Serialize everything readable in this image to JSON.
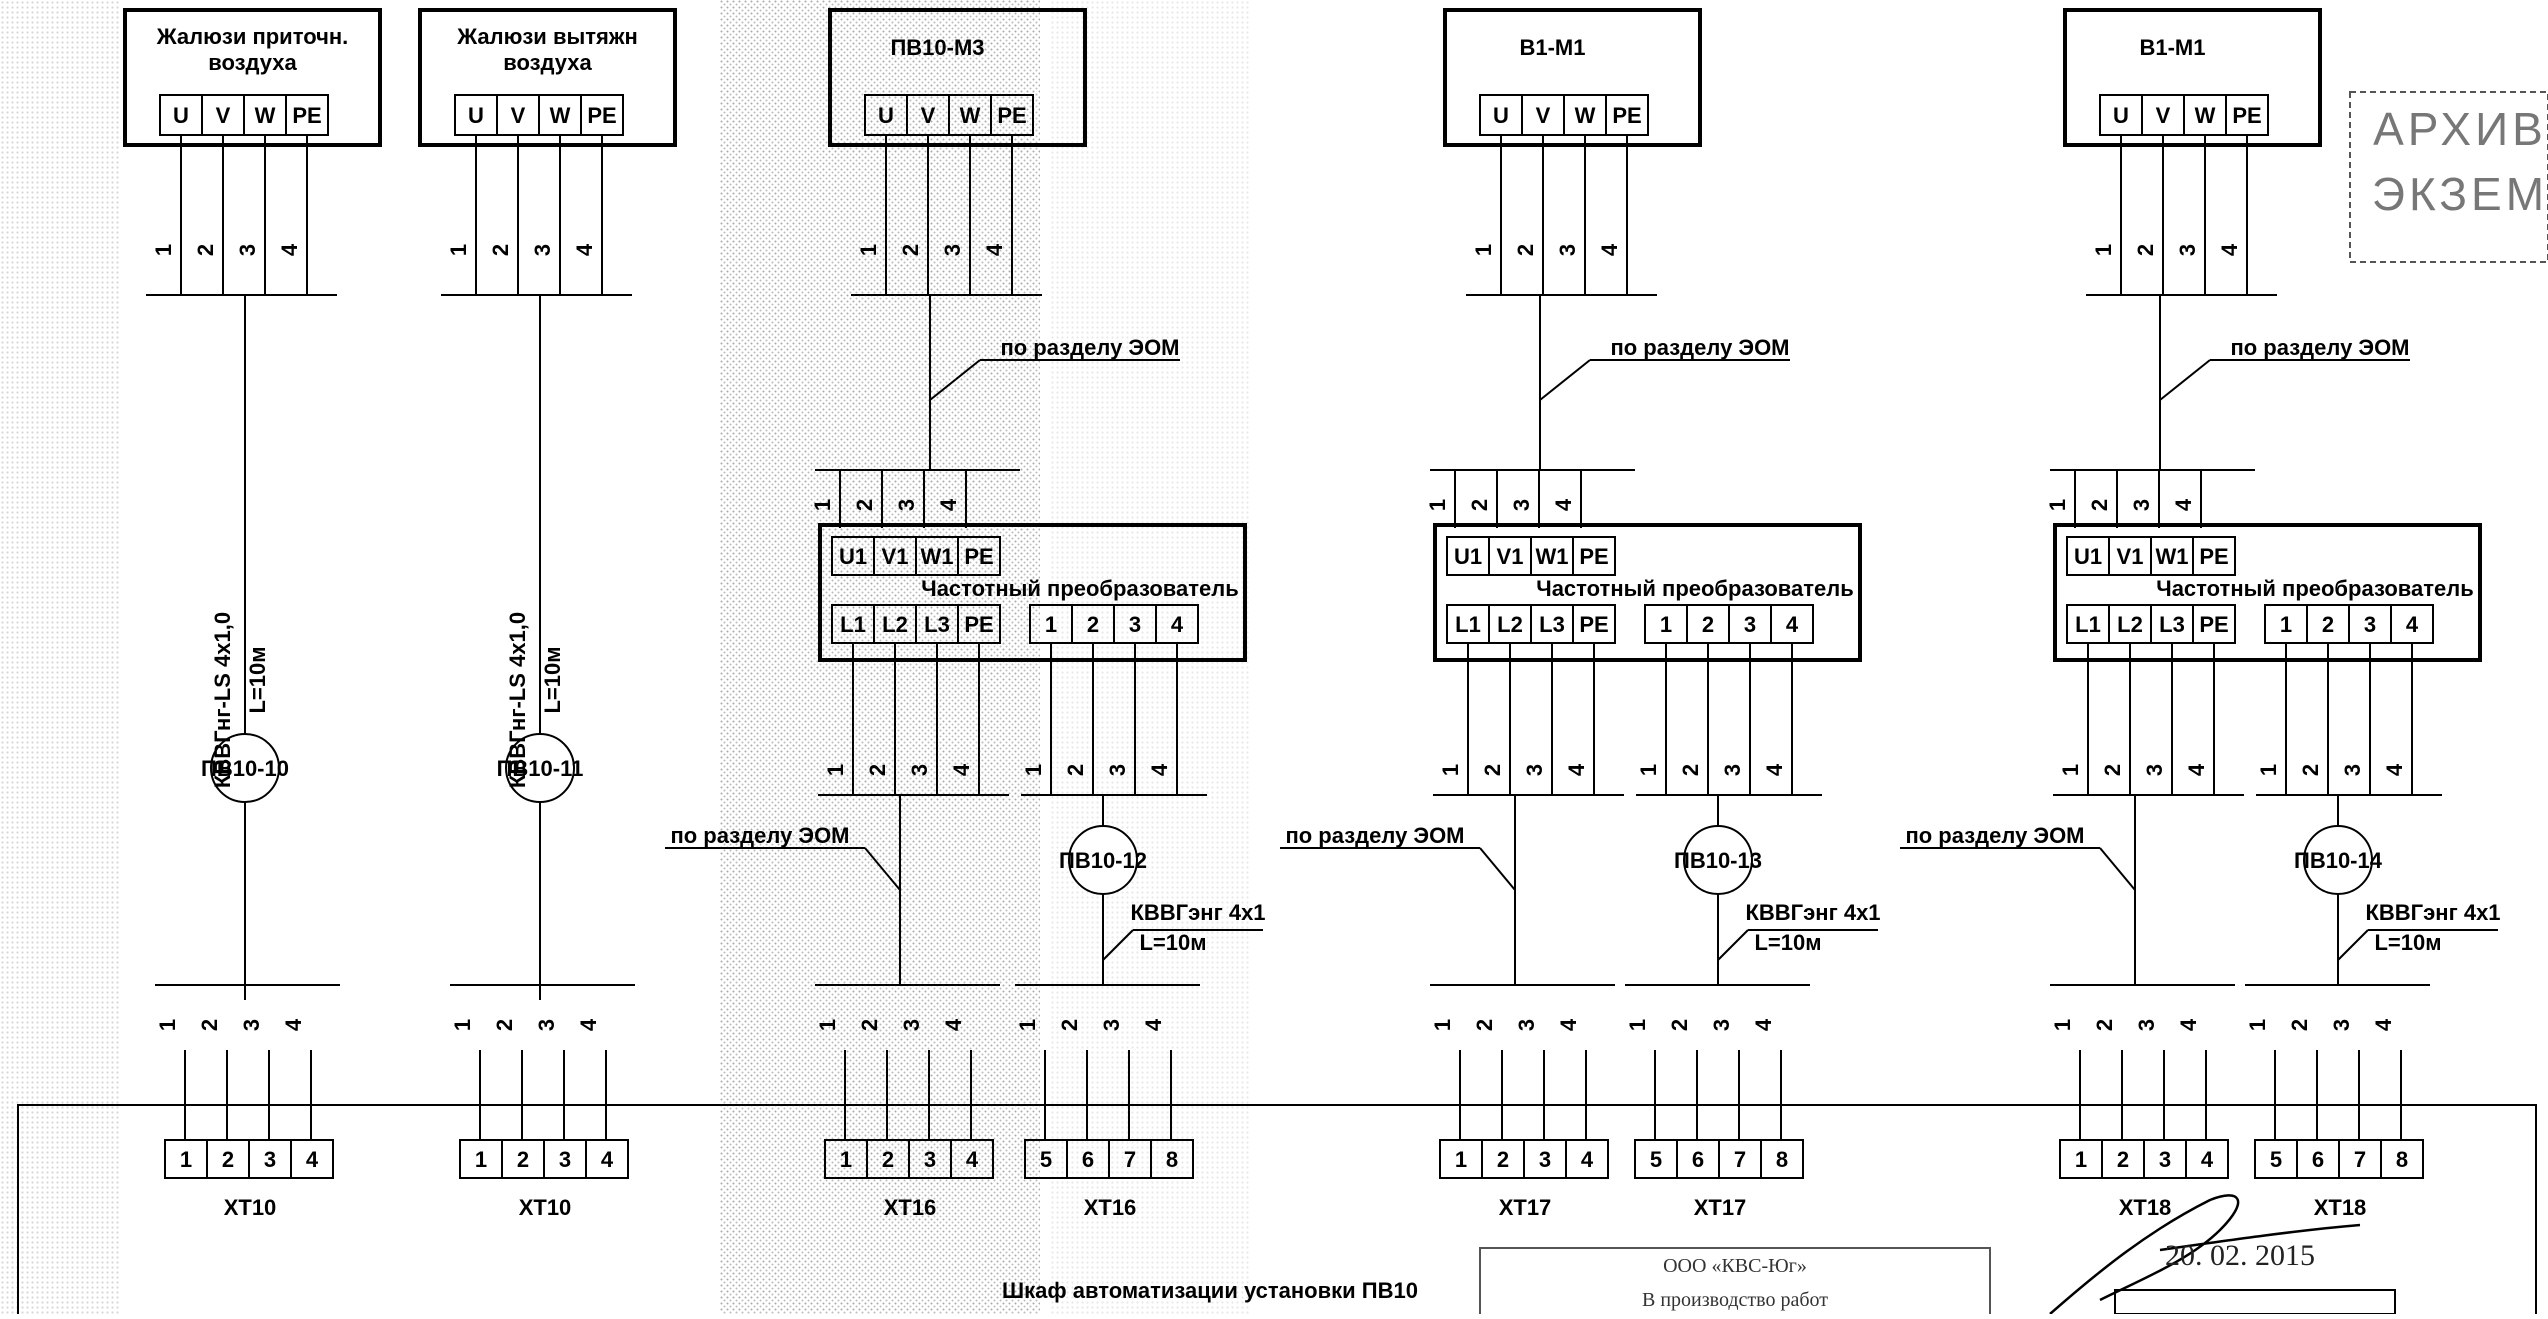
{
  "motors": [
    {
      "title_line1": "Жалюзи приточн.",
      "title_line2": "воздуха",
      "terminals": [
        "U",
        "V",
        "W",
        "PE"
      ],
      "wires": [
        "1",
        "2",
        "3",
        "4"
      ]
    },
    {
      "title_line1": "Жалюзи вытяжн",
      "title_line2": "воздуха",
      "terminals": [
        "U",
        "V",
        "W",
        "PE"
      ],
      "wires": [
        "1",
        "2",
        "3",
        "4"
      ]
    },
    {
      "title_line1": "ПВ10-М3",
      "title_line2": "",
      "terminals": [
        "U",
        "V",
        "W",
        "PE"
      ],
      "wires": [
        "1",
        "2",
        "3",
        "4"
      ]
    },
    {
      "title_line1": "В1-М1",
      "title_line2": "",
      "terminals": [
        "U",
        "V",
        "W",
        "PE"
      ],
      "wires": [
        "1",
        "2",
        "3",
        "4"
      ]
    },
    {
      "title_line1": "В1-М1",
      "title_line2": "",
      "terminals": [
        "U",
        "V",
        "W",
        "PE"
      ],
      "wires": [
        "1",
        "2",
        "3",
        "4"
      ]
    }
  ],
  "cables": [
    {
      "id": "ПВ10-10",
      "type": "КВВГнг-LS 4х1,0",
      "length": "L=10м"
    },
    {
      "id": "ПВ10-11",
      "type": "КВВГнг-LS 4х1,0",
      "length": "L=10м"
    },
    {
      "id": "ПВ10-12",
      "type": "КВВГэнг 4х1",
      "length": "L=10м"
    },
    {
      "id": "ПВ10-13",
      "type": "КВВГэнг 4х1",
      "length": "L=10м"
    },
    {
      "id": "ПВ10-14",
      "type": "КВВГэнг 4х1",
      "length": "L=10м"
    }
  ],
  "converter": {
    "title": "Частотный преобразователь",
    "top_terminals": [
      "U1",
      "V1",
      "W1",
      "PE"
    ],
    "bottom_power": [
      "L1",
      "L2",
      "L3",
      "PE"
    ],
    "bottom_ctrl": [
      "1",
      "2",
      "3",
      "4"
    ]
  },
  "note_eom": "по разделу ЭОМ",
  "wire_numbers": [
    "1",
    "2",
    "3",
    "4"
  ],
  "cabinet": {
    "title": "Шкаф автоматизации установки ПВ10",
    "terminal_blocks": [
      {
        "label": "XT10",
        "terminals": [
          "1",
          "2",
          "3",
          "4"
        ]
      },
      {
        "label": "XT10",
        "terminals": [
          "1",
          "2",
          "3",
          "4"
        ]
      },
      {
        "label": "XT16",
        "terminals": [
          "1",
          "2",
          "3",
          "4"
        ]
      },
      {
        "label": "XT16",
        "terminals": [
          "5",
          "6",
          "7",
          "8"
        ]
      },
      {
        "label": "XT17",
        "terminals": [
          "1",
          "2",
          "3",
          "4"
        ]
      },
      {
        "label": "XT17",
        "terminals": [
          "5",
          "6",
          "7",
          "8"
        ]
      },
      {
        "label": "XT18",
        "terminals": [
          "1",
          "2",
          "3",
          "4"
        ]
      },
      {
        "label": "XT18",
        "terminals": [
          "5",
          "6",
          "7",
          "8"
        ]
      }
    ]
  },
  "archive_stamp": {
    "line1": "АРХИВ",
    "line2": "ЭКЗЕМ"
  },
  "company_stamp": {
    "line1": "ООО «КВС-Юг»",
    "line2": "В производство работ"
  },
  "signature_date": "20. 02. 2015",
  "colors": {
    "ink": "#000000",
    "paper": "#ffffff",
    "shade": "#c8c8c8",
    "stamp": "#555555"
  }
}
